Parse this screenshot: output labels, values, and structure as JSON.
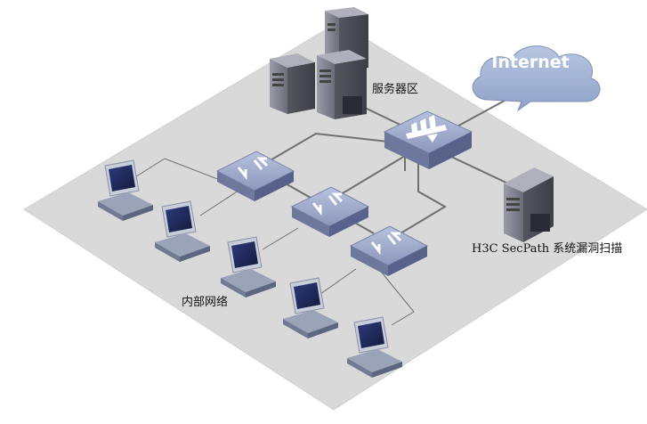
{
  "labels": {
    "cloud": "Internet",
    "server_zone": "服务器区",
    "scanner": "H3C SecPath 系统漏洞扫描",
    "lan": "内部网络"
  },
  "colors": {
    "platform": "#d8d8d8",
    "cloud": "#a9b9d8",
    "device": "#8f9bbd",
    "server": "#7a7a88",
    "link": "#707070"
  },
  "icons": {
    "firewall": "firewall-icon",
    "switch": "switch-icon",
    "server": "server-icon",
    "pc": "pc-icon",
    "cloud": "cloud-icon"
  }
}
